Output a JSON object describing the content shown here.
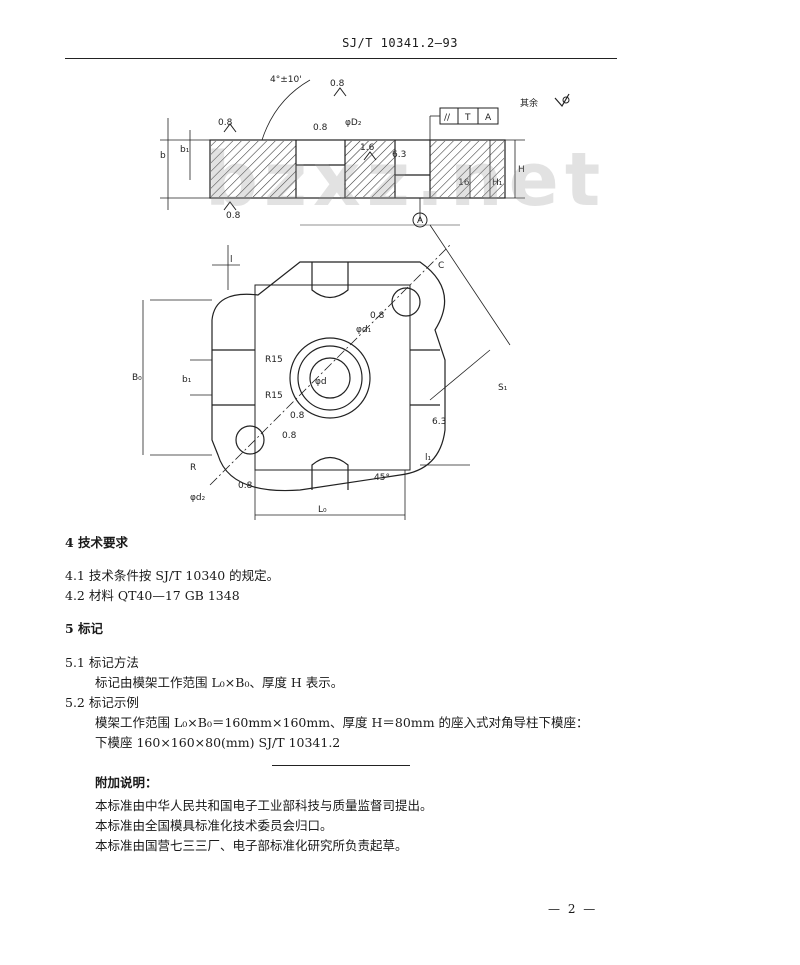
{
  "header": {
    "standard_no": "SJ/T 10341.2—93"
  },
  "watermark": "bzxz.net",
  "drawing": {
    "surface_rest": "其余",
    "roughness": {
      "r1": "0.8",
      "r2": "0.8",
      "r3": "0.8",
      "r4": "1.6",
      "r5": "6.3",
      "r6": "0.8",
      "r7": "6.3",
      "r8": "0.8",
      "r9": "0.8",
      "r10": "0.8",
      "r11": "0.8"
    },
    "angle": "4°±10'",
    "diam_d2": "φD₂",
    "tolerance": {
      "symbol": "//",
      "t": "T",
      "a": "A"
    },
    "datum": "A",
    "dims": {
      "b": "b",
      "b1": "b₁",
      "h": "H",
      "h1": "H₁",
      "sixteen": "16",
      "l": "l",
      "r15a": "R15",
      "r15b": "R15",
      "b0": "B₀",
      "b1v": "b₁",
      "d1": "φd₁",
      "d2": "φd₂",
      "r": "R",
      "l0": "L₀",
      "l1": "l₁",
      "c": "C",
      "s": "S₁",
      "deg45": "45°",
      "dd": "φd"
    }
  },
  "sections": [
    {
      "id": "s4",
      "title": "4  技术要求"
    },
    {
      "id": "s41",
      "text": "4.1   技术条件按 SJ/T 10340 的规定。"
    },
    {
      "id": "s42",
      "text": "4.2   材料 QT40—17    GB 1348"
    },
    {
      "id": "s5",
      "title": "5  标记"
    },
    {
      "id": "s51",
      "text": "5.1   标记方法"
    },
    {
      "id": "s51b",
      "text": "标记由模架工作范围 L₀×B₀、厚度 H 表示。"
    },
    {
      "id": "s52",
      "text": "5.2   标记示例"
    },
    {
      "id": "s52b",
      "text": "模架工作范围 L₀×B₀＝160mm×160mm、厚度 H＝80mm 的座入式对角导柱下模座："
    },
    {
      "id": "s52c",
      "text": "下模座 160×160×80(mm)    SJ/T 10341.2"
    }
  ],
  "appendix": {
    "title": "附加说明：",
    "lines": [
      "本标准由中华人民共和国电子工业部科技与质量监督司提出。",
      "本标准由全国模具标准化技术委员会归口。",
      "本标准由国营七三三厂、电子部标准化研究所负责起草。"
    ]
  },
  "footer": {
    "page": "— 2 —"
  }
}
